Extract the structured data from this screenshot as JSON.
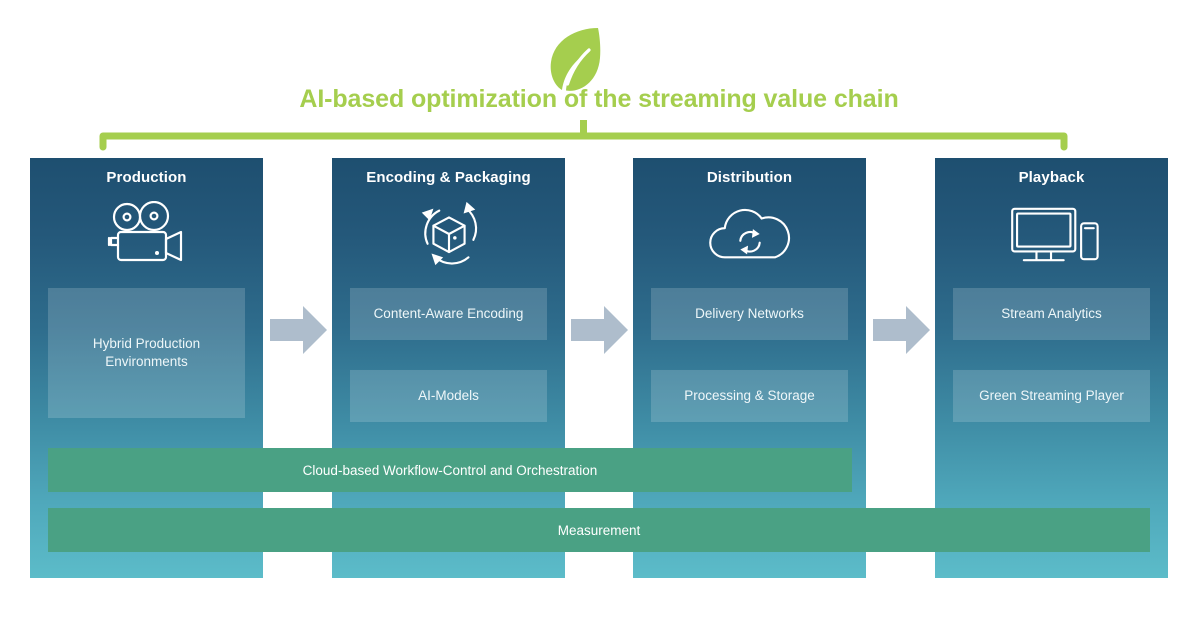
{
  "header": {
    "leaf_icon": "leaf-icon",
    "title": "AI-based optimization of the streaming value chain",
    "bracket_icon": "bracket-connector",
    "accent_green": "#a5ce4e"
  },
  "colors": {
    "column_top": "#1e4f70",
    "column_bottom": "#5cbcc9",
    "card_overlay": "#3e8ba4",
    "green_band": "#4aa184",
    "arrow": "#aebdcc",
    "title_green": "#a5ce4e"
  },
  "stages": [
    {
      "id": "production",
      "title": "Production",
      "icon": "film-camera-icon",
      "cards": [
        {
          "label": "Hybrid Production\nEnvironments",
          "line1": "Hybrid Production",
          "line2": "Environments",
          "size": "tall"
        }
      ]
    },
    {
      "id": "encoding-packaging",
      "title": "Encoding & Packaging",
      "icon": "package-recycle-icon",
      "cards": [
        {
          "label": "Content-Aware Encoding",
          "size": "small"
        },
        {
          "label": "AI-Models",
          "size": "small"
        }
      ]
    },
    {
      "id": "distribution",
      "title": "Distribution",
      "icon": "cloud-sync-icon",
      "cards": [
        {
          "label": "Delivery Networks",
          "size": "small"
        },
        {
          "label": "Processing & Storage",
          "size": "small"
        }
      ]
    },
    {
      "id": "playback",
      "title": "Playback",
      "icon": "tv-mobile-icon",
      "cards": [
        {
          "label": "Stream Analytics",
          "size": "small"
        },
        {
          "label": "Green Streaming Player",
          "size": "small"
        }
      ]
    }
  ],
  "connectors": [
    {
      "icon": "right-arrow-icon",
      "from": "production",
      "to": "encoding-packaging"
    },
    {
      "icon": "right-arrow-icon",
      "from": "encoding-packaging",
      "to": "distribution"
    },
    {
      "icon": "right-arrow-icon",
      "from": "distribution",
      "to": "playback"
    }
  ],
  "bands": [
    {
      "id": "workflow",
      "label": "Cloud-based Workflow-Control and Orchestration"
    },
    {
      "id": "measurement",
      "label": "Measurement"
    }
  ]
}
